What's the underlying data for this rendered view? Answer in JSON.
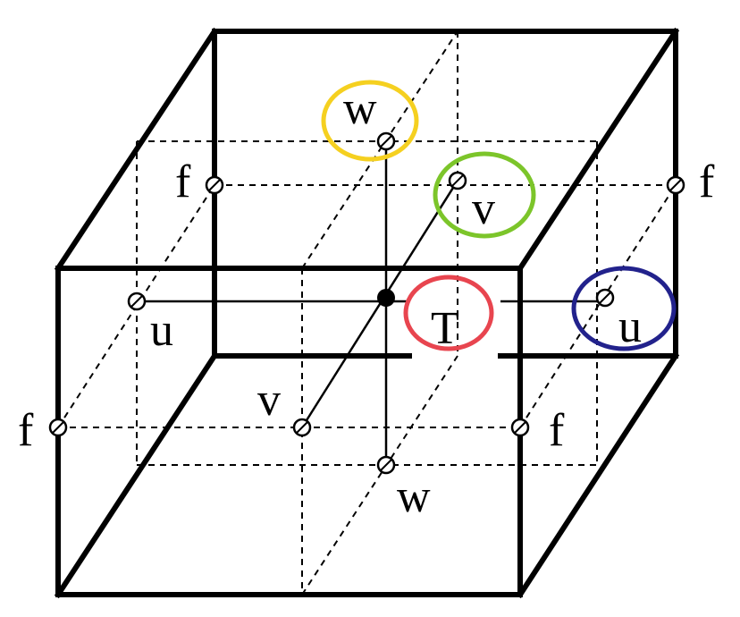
{
  "labels": {
    "w_top": "w",
    "w_bottom": "w",
    "v_top": "v",
    "v_bottom": "v",
    "u_left": "u",
    "u_right": "u",
    "t_center": "T",
    "f_top_left": "f",
    "f_top_right": "f",
    "f_bottom_left": "f",
    "f_bottom_right": "f"
  },
  "highlights": {
    "w_color": "#f5d020",
    "v_color": "#7cc52a",
    "t_color": "#e8454f",
    "u_color": "#22228c"
  }
}
